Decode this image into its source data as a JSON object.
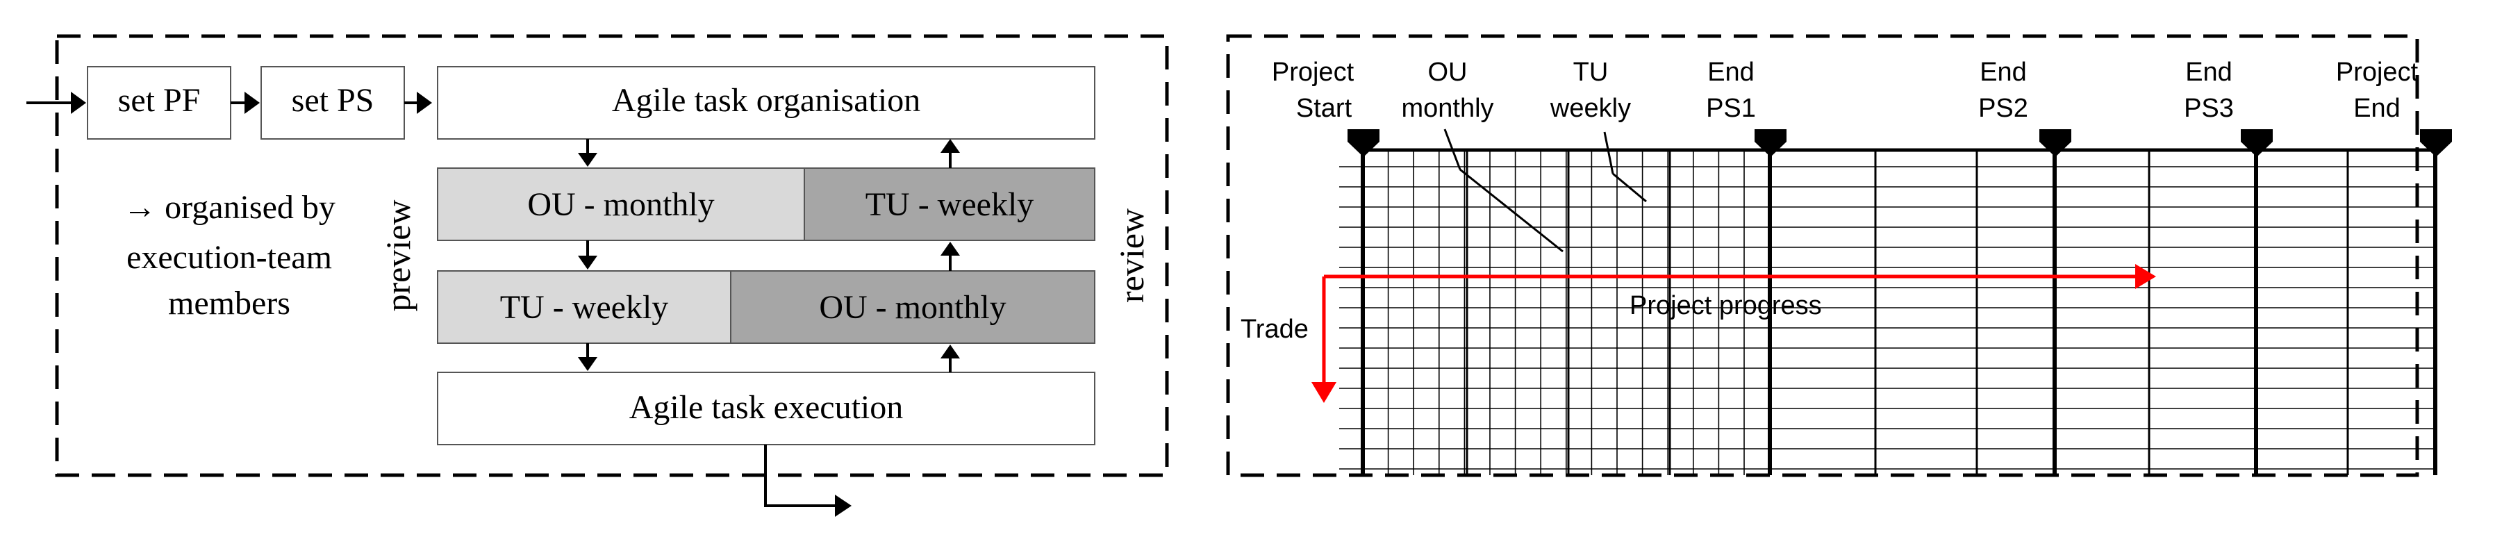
{
  "left_panel": {
    "set_pf": "set PF",
    "set_ps": "set PS",
    "organisation": "Agile task organisation",
    "row1_left": "OU - monthly",
    "row1_right": "TU - weekly",
    "row2_left": "TU - weekly",
    "row2_right": "OU - monthly",
    "execution": "Agile task execution",
    "preview": "preview",
    "review": "review",
    "note_line1": "→ organised by",
    "note_line2": "execution-team",
    "note_line3": "members"
  },
  "right_panel": {
    "project_start_1": "Project",
    "project_start_2": "Start",
    "ou_1": "OU",
    "ou_2": "monthly",
    "tu_1": "TU",
    "tu_2": "weekly",
    "end_ps1_1": "End",
    "end_ps1_2": "PS1",
    "end_ps2_1": "End",
    "end_ps2_2": "PS2",
    "end_ps3_1": "End",
    "end_ps3_2": "PS3",
    "project_end_1": "Project",
    "project_end_2": "End",
    "trade": "Trade",
    "progress": "Project progress"
  },
  "colors": {
    "light_box": "#d9d9d9",
    "dark_box": "#a6a6a6",
    "arrow_red": "#ff0000",
    "stroke": "#000000"
  }
}
